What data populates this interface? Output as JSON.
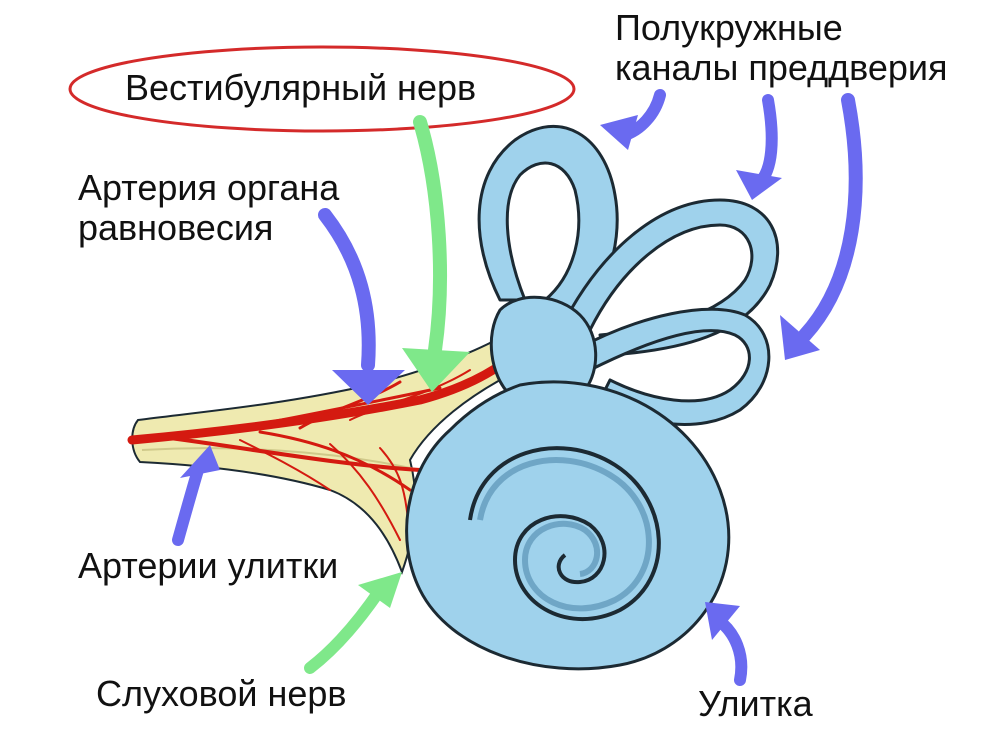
{
  "labels": {
    "semicircular_canals": [
      "Полукружные",
      "каналы преддверия"
    ],
    "vestibular_nerve": "Вестибулярный нерв",
    "artery_balance": [
      "Артерия органа",
      "равновесия"
    ],
    "cochlear_arteries": "Артерии улитки",
    "auditory_nerve": "Слуховой нерв",
    "cochlea": "Улитка"
  },
  "colors": {
    "arrow_blue": "#6a6af0",
    "arrow_green": "#7fe88a",
    "highlight_oval": "#d42a2a",
    "labyrinth_fill": "#9fd2ec",
    "labyrinth_dark": "#6fa6c6",
    "labyrinth_outline": "#1c2a33",
    "nerve_fill": "#efeab0",
    "artery_red": "#d41a10"
  }
}
